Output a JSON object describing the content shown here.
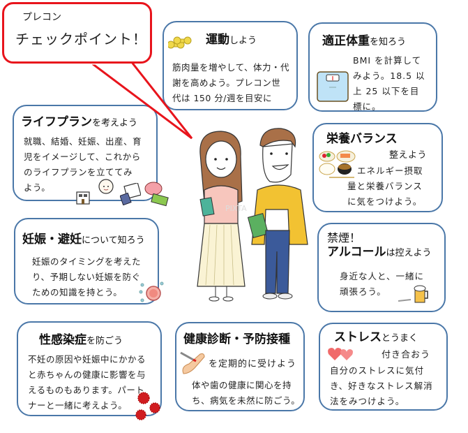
{
  "bubble": {
    "line1": "プレコン",
    "line2": "チェックポイント！"
  },
  "cards": {
    "exercise": {
      "title_bold": "運動",
      "title_rest": "しよう",
      "body": [
        "筋肉量を増やして、体力・代",
        "謝を高めよう。プレコン世",
        "代は 150 分/週を目安に"
      ],
      "icon": "dumbbell-icon"
    },
    "weight": {
      "title_bold": "適正体重",
      "title_rest": "を知ろう",
      "body": [
        "BMI を計算して",
        "みよう。18.5 以",
        "上 25 以下を目",
        "標に。"
      ],
      "icon": "scale-icon"
    },
    "lifeplan": {
      "title_bold": "ライフプラン",
      "title_rest": "を考えよう",
      "body": [
        "就職、結婚、妊娠、出産、育",
        "児をイメージして、これから",
        "のライフプランを立ててみ",
        "よう。"
      ],
      "icons": [
        "house-icon",
        "baby-icon",
        "calculator-icon",
        "piggy-bank-icon"
      ]
    },
    "nutrition": {
      "title_bold": "栄養バランス",
      "title_sub": "整えよう",
      "body": [
        "エネルギー摂取",
        "量と栄養バランス",
        "に気をつけよう。"
      ],
      "icon": "meal-icon"
    },
    "pregnancy": {
      "title_bold": "妊娠・避妊",
      "title_rest": "について知ろう",
      "body": [
        "妊娠のタイミングを考えた",
        "り、予期しない妊娠を防ぐ",
        "ための知識を持とう。"
      ],
      "icon": "egg-cell-icon"
    },
    "smoking": {
      "title_line1": "禁煙！",
      "title_bold": "アルコール",
      "title_rest": "は控えよう",
      "body": [
        "身近な人と、一緒に",
        "頑張ろう。"
      ],
      "icon": "beer-cigarette-icon"
    },
    "sti": {
      "title_bold": "性感染症",
      "title_rest": "を防ごう",
      "body": [
        "不妊の原因や妊娠中にかかる",
        "と赤ちゃんの健康に影響を与",
        "えるものもあります。パート",
        "ナーと一緒に考えよう。"
      ],
      "icon": "virus-icon"
    },
    "checkup": {
      "title_bold": "健康診断・予防接種",
      "title_sub": "を定期的に受けよう",
      "body": [
        "体や歯の健康に関心を持",
        "ち、病気を未然に防ごう。"
      ],
      "icon": "syringe-icon"
    },
    "stress": {
      "title_bold": "ストレス",
      "title_rest": "とうまく",
      "title_sub": "付き合おう",
      "body": [
        "自分のストレスに気付",
        "き、好きなストレス解消",
        "法をみつけよう。"
      ],
      "icon": "hearts-icon"
    }
  },
  "center_image": {
    "label": "couple-illustration",
    "watermark": "PIXTA"
  },
  "colors": {
    "border": "#4a77a8",
    "bubble": "#e8141c"
  }
}
